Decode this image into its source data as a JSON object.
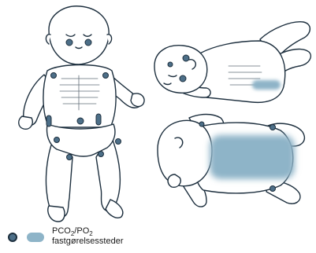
{
  "legend": {
    "gas_part1": "PCO",
    "gas_sub1": "2",
    "gas_sep": "/PO",
    "gas_sub2": "2",
    "caption": "fastgørelsessteder"
  },
  "colors": {
    "outline": "#1d2f3e",
    "dot_fill": "#4d6f88",
    "area_fill": "#8eb4c8",
    "skin": "#ffffff"
  },
  "icons": {
    "dot_marker": "sensor-site-dot-icon",
    "area_marker": "sensor-site-area-icon"
  }
}
